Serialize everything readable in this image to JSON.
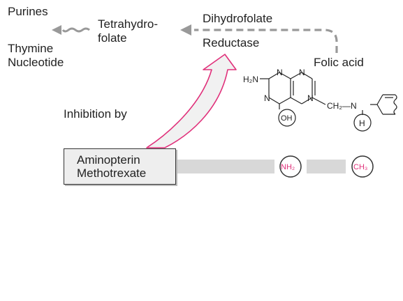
{
  "labels": {
    "purines": "Purines",
    "thymine": "Thymine",
    "nucleotide": "Nucleotide",
    "tetrahydro": "Tetrahydro-",
    "folate": "folate",
    "dihydrofolate": "Dihydrofolate",
    "reductase": "Reductase",
    "folic_acid": "Folic acid",
    "inhibition_by": "Inhibition by"
  },
  "drugs": {
    "line1": "Aminopterin",
    "line2": "Methotrexate"
  },
  "structure": {
    "h2n": "H₂N",
    "n": "N",
    "oh": "OH",
    "ch2n": "CH₂—N",
    "h": "H",
    "nh2": "NH₂",
    "ch3": "CH₃"
  },
  "colors": {
    "accent": "#e0307a",
    "arrow_fill": "#f1f1f1",
    "bar_fill": "#d8d8d8",
    "dashed_arrow": "#999999",
    "wavy_arrow": "#999999"
  }
}
